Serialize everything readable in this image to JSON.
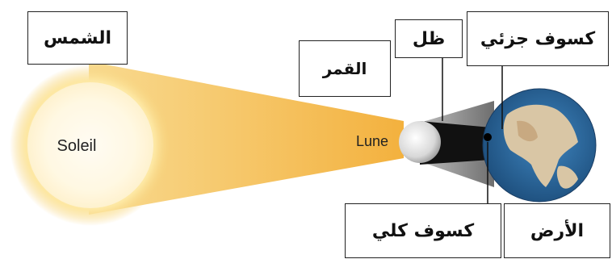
{
  "labels": {
    "sun_ar": "الشمس",
    "moon_ar": "القمر",
    "shadow_ar": "ظل",
    "partial_ar": "كسوف جزئي",
    "total_ar": "كسوف كلي",
    "earth_ar": "الأرض"
  },
  "inline_text": {
    "sun": "Soleil",
    "moon": "Lune"
  },
  "colors": {
    "sun_core": "#fffdf0",
    "sun_mid": "#fde9a8",
    "sun_edge": "#f6c45a",
    "light_beam": "#f7c66a",
    "umbra": "#111111",
    "penumbra": "#8a8a8a",
    "ocean": "#2f6fa6",
    "land": "#d8c3a0"
  }
}
